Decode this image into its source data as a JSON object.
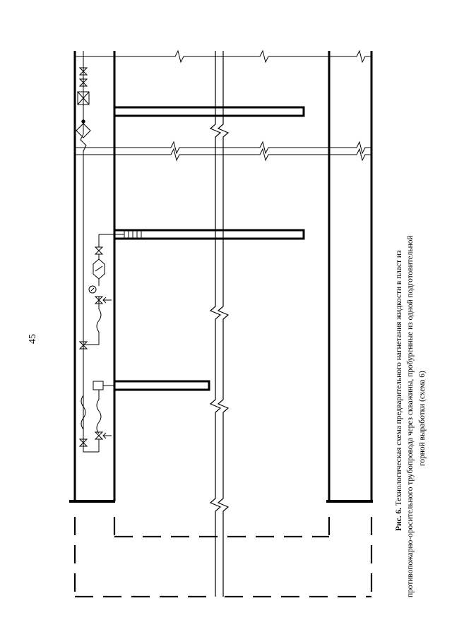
{
  "page": {
    "number": "45"
  },
  "figure": {
    "label": "Рис. 6.",
    "caption_lines": [
      "Технологическая схема предварительного нагнетания жидкости в пласт из",
      "противопожарно-оросительного трубопровода через скважины, пробуренные из одной подготовительной",
      "горной выработки (схема 6)"
    ]
  },
  "colors": {
    "ink": "#000000",
    "paper": "#ffffff"
  }
}
